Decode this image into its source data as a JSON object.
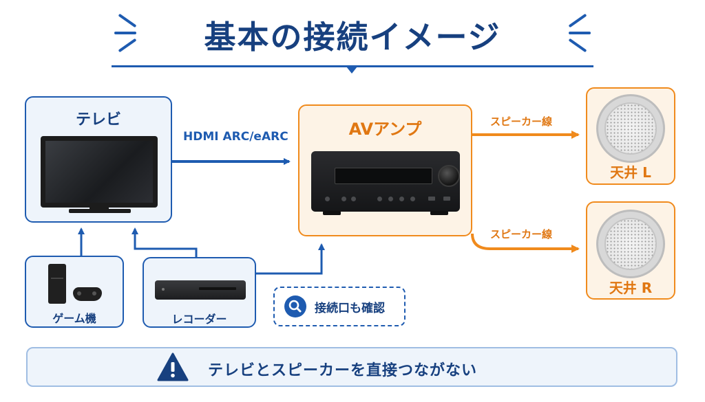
{
  "title": "基本の接続イメージ",
  "devices": {
    "tv": "テレビ",
    "amp": "AVアンプ",
    "game": "ゲーム機",
    "recorder": "レコーダー",
    "speaker_l": "天井 L",
    "speaker_r": "天井 R"
  },
  "connections": {
    "hdmi": "HDMI ARC/eARC",
    "speaker_wire_l": "スピーカー線",
    "speaker_wire_r": "スピーカー線"
  },
  "hint": {
    "label": "接続口も確認",
    "icon": "search-icon"
  },
  "warning": {
    "text": "テレビとスピーカーを直接つながない",
    "icon": "warning-triangle-icon"
  },
  "colors": {
    "blue": "#1e5bb0",
    "navy": "#17407f",
    "orange": "#f08a1c",
    "light_blue_fill": "#eef4fb",
    "light_orange_fill": "#fdf3e6"
  }
}
